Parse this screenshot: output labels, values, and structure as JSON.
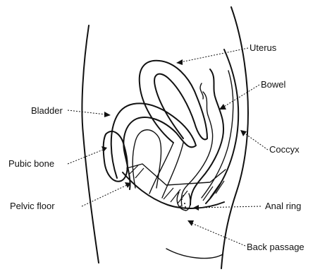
{
  "labels": {
    "uterus": "Uterus",
    "bowel": "Bowel",
    "bladder": "Bladder",
    "coccyx": "Coccyx",
    "pubic_bone": "Pubic bone",
    "pelvic_floor": "Pelvic floor",
    "anal_ring": "Anal ring",
    "back_passage": "Back passage"
  },
  "colors": {
    "ink": "#111111",
    "background": "#ffffff"
  }
}
